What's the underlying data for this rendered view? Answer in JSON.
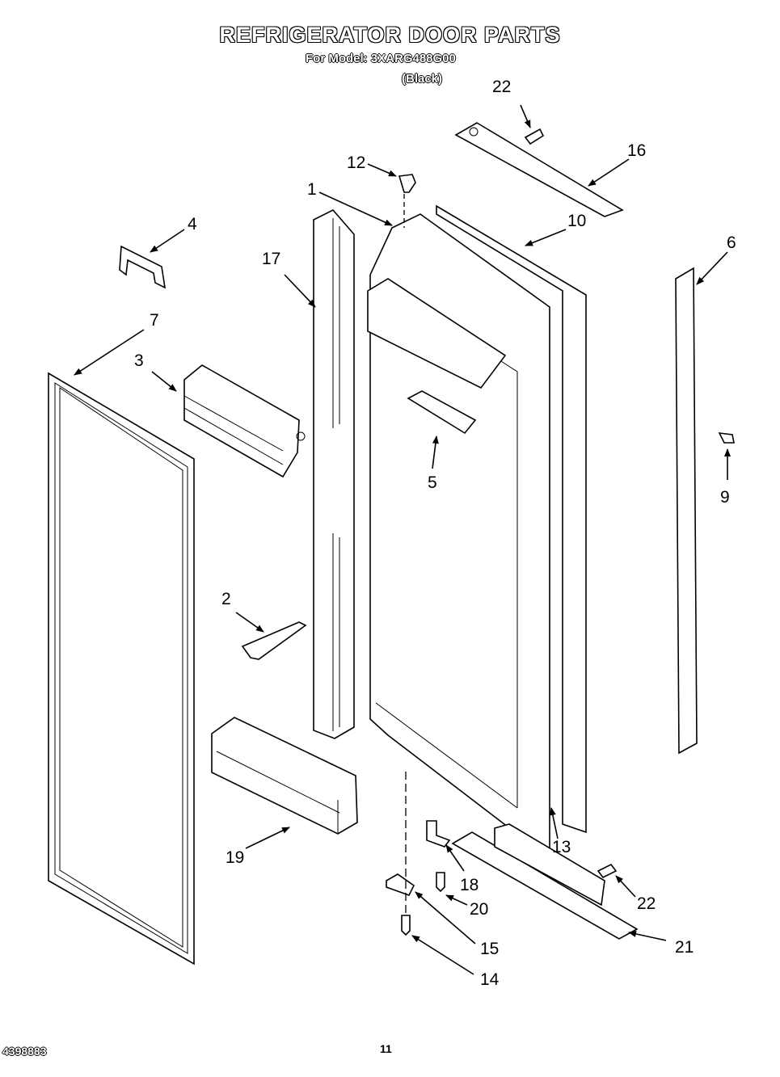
{
  "header": {
    "title": "REFRIGERATOR DOOR PARTS",
    "model_line": "For Model: 3XARG488G00",
    "variant": "(Black)"
  },
  "footer": {
    "doc_number": "4398883",
    "page_number": "11"
  },
  "callouts": [
    {
      "id": "c22a",
      "label": "22"
    },
    {
      "id": "c16",
      "label": "16"
    },
    {
      "id": "c12",
      "label": "12"
    },
    {
      "id": "c1",
      "label": "1"
    },
    {
      "id": "c10",
      "label": "10"
    },
    {
      "id": "c4",
      "label": "4"
    },
    {
      "id": "c17",
      "label": "17"
    },
    {
      "id": "c6",
      "label": "6"
    },
    {
      "id": "c7",
      "label": "7"
    },
    {
      "id": "c3",
      "label": "3"
    },
    {
      "id": "c5",
      "label": "5"
    },
    {
      "id": "c9",
      "label": "9"
    },
    {
      "id": "c2",
      "label": "2"
    },
    {
      "id": "c13",
      "label": "13"
    },
    {
      "id": "c19",
      "label": "19"
    },
    {
      "id": "c18",
      "label": "18"
    },
    {
      "id": "c22b",
      "label": "22"
    },
    {
      "id": "c20",
      "label": "20"
    },
    {
      "id": "c21",
      "label": "21"
    },
    {
      "id": "c15",
      "label": "15"
    },
    {
      "id": "c14",
      "label": "14"
    }
  ]
}
